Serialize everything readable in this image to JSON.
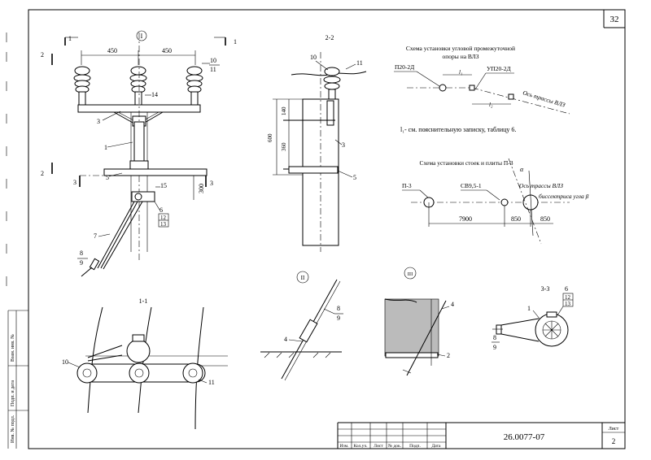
{
  "sheet": {
    "page_number": "32",
    "doc_code": "26.0077-07",
    "sheet_label": "Лист",
    "sheet_no": "2"
  },
  "stamp": {
    "headers": [
      "Изм.",
      "Кол.уч.",
      "Лист",
      "№ док.",
      "Подп.",
      "Дата"
    ]
  },
  "side_stamp": [
    "Инв. № подл.",
    "Подп. и дата",
    "Взам. инв. №"
  ],
  "views": {
    "main": {
      "callout": "I",
      "section_mark": "1",
      "section_mark2": "2",
      "section_mark3": "3",
      "dim_left": "450",
      "dim_right": "450",
      "dim_vertical": "300"
    },
    "section_2_2": {
      "title": "2-2",
      "dim_140": "140",
      "dim_360": "360",
      "dim_600": "600"
    },
    "section_1_1": {
      "title": "1-1"
    },
    "detail_II": {
      "callout": "II"
    },
    "detail_III": {
      "callout": "III"
    },
    "section_3_3": {
      "title": "3-3"
    }
  },
  "labels": {
    "pos1": "1",
    "pos2": "2",
    "pos3": "3",
    "pos4": "4",
    "pos5": "5",
    "pos6": "6",
    "pos7": "7",
    "pos8": "8",
    "pos9": "9",
    "pos10": "10",
    "pos11": "11",
    "pos12": "12",
    "pos13": "13",
    "pos14": "14",
    "pos15": "15"
  },
  "angle_scheme": {
    "title_line1": "Схема установки угловой промежуточной",
    "title_line2": "опоры на ВЛЗ",
    "support_left": "П20-2Д",
    "support_right": "УП20-2Д",
    "l1": "l₁",
    "l2": "l₂",
    "route_axis": "Ось трассы ВЛЗ",
    "note": "l₁- см. пояснительную записку, таблицу 6."
  },
  "post_scheme": {
    "title": "Схема установки стоек и плиты П-3",
    "plate": "П-3",
    "post": "СВ9,5-1",
    "route_axis": "Ось трассы ВЛЗ",
    "bisector": "биссектриса угла  β",
    "alpha": "α",
    "dim_7900": "7900",
    "dim_850a": "850",
    "dim_850b": "850"
  }
}
